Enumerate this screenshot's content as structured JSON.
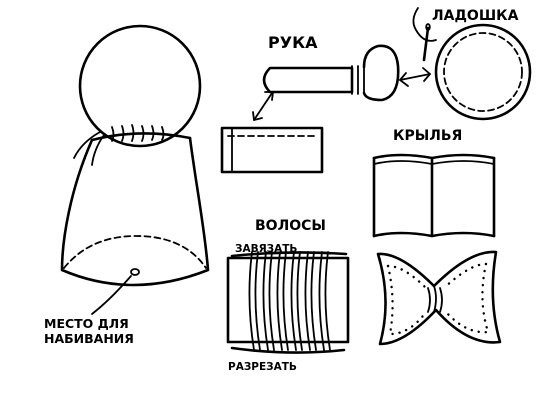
{
  "labels": {
    "arm": "РУКА",
    "palm": "ЛАДОШКА",
    "wings": "КРЫЛЬЯ",
    "hair": "ВОЛОСЫ",
    "tie": "ЗАВЯЗАТЬ",
    "cut": "РАЗРЕЗАТЬ",
    "stuffing_line1": "МЕСТО ДЛЯ",
    "stuffing_line2": "НАБИВАНИЯ"
  }
}
